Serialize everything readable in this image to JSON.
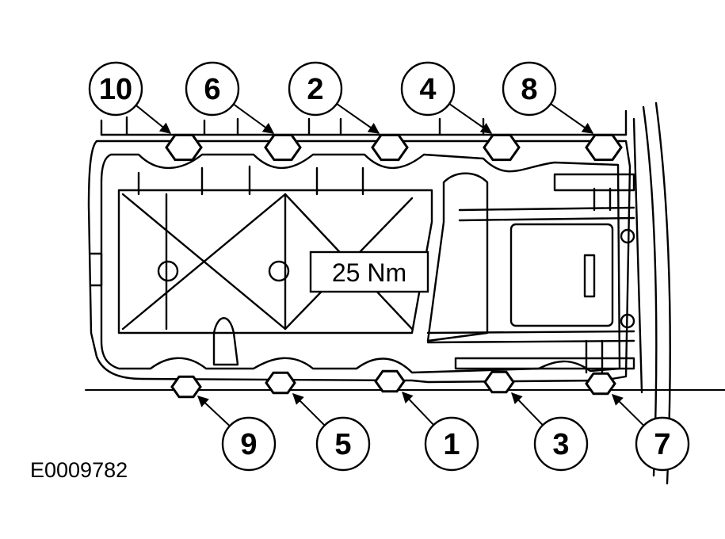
{
  "figure_id": "E0009782",
  "torque_label": "25 Nm",
  "bolts": [
    {
      "sequence": "10",
      "row": "top"
    },
    {
      "sequence": "6",
      "row": "top"
    },
    {
      "sequence": "2",
      "row": "top"
    },
    {
      "sequence": "4",
      "row": "top"
    },
    {
      "sequence": "8",
      "row": "top"
    },
    {
      "sequence": "9",
      "row": "bottom"
    },
    {
      "sequence": "5",
      "row": "bottom"
    },
    {
      "sequence": "1",
      "row": "bottom"
    },
    {
      "sequence": "3",
      "row": "bottom"
    },
    {
      "sequence": "7",
      "row": "bottom"
    }
  ],
  "colors": {
    "line": "#000000",
    "background": "#ffffff"
  }
}
